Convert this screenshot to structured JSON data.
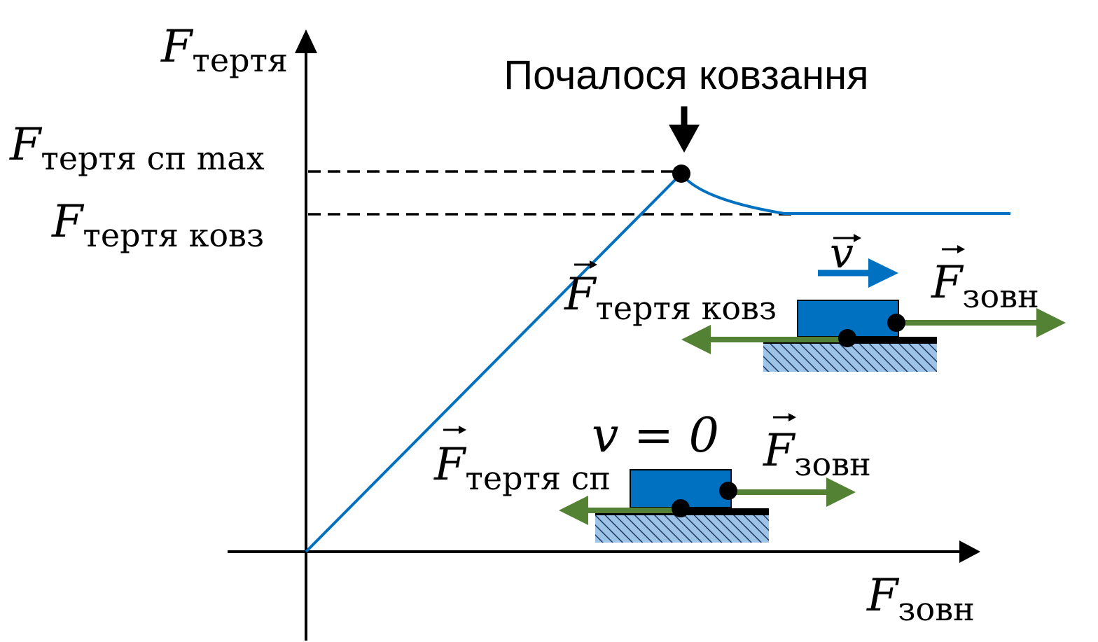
{
  "colors": {
    "curve": "#0070C0",
    "force_arrow": "#548235",
    "block": "#0070C0",
    "hatch": "#9DC3E6",
    "axis": "#000000"
  },
  "y_axis": {
    "symbol": "F",
    "subscript": "тертя"
  },
  "x_axis": {
    "symbol": "F",
    "subscript": "зовн"
  },
  "levels": {
    "static_max": {
      "symbol": "F",
      "subscript": "тертя сп max"
    },
    "kinetic": {
      "symbol": "F",
      "subscript": "тертя ковз"
    }
  },
  "annotation": {
    "text": "Почалося ковзання"
  },
  "upper_scene": {
    "velocity": {
      "symbol": "v"
    },
    "friction": {
      "symbol": "F",
      "subscript": "тертя ковз"
    },
    "external": {
      "symbol": "F",
      "subscript": "зовн"
    }
  },
  "lower_scene": {
    "velocity_value": "v = 0",
    "friction": {
      "symbol": "F",
      "subscript": "тертя сп"
    },
    "external": {
      "symbol": "F",
      "subscript": "зовн"
    }
  }
}
